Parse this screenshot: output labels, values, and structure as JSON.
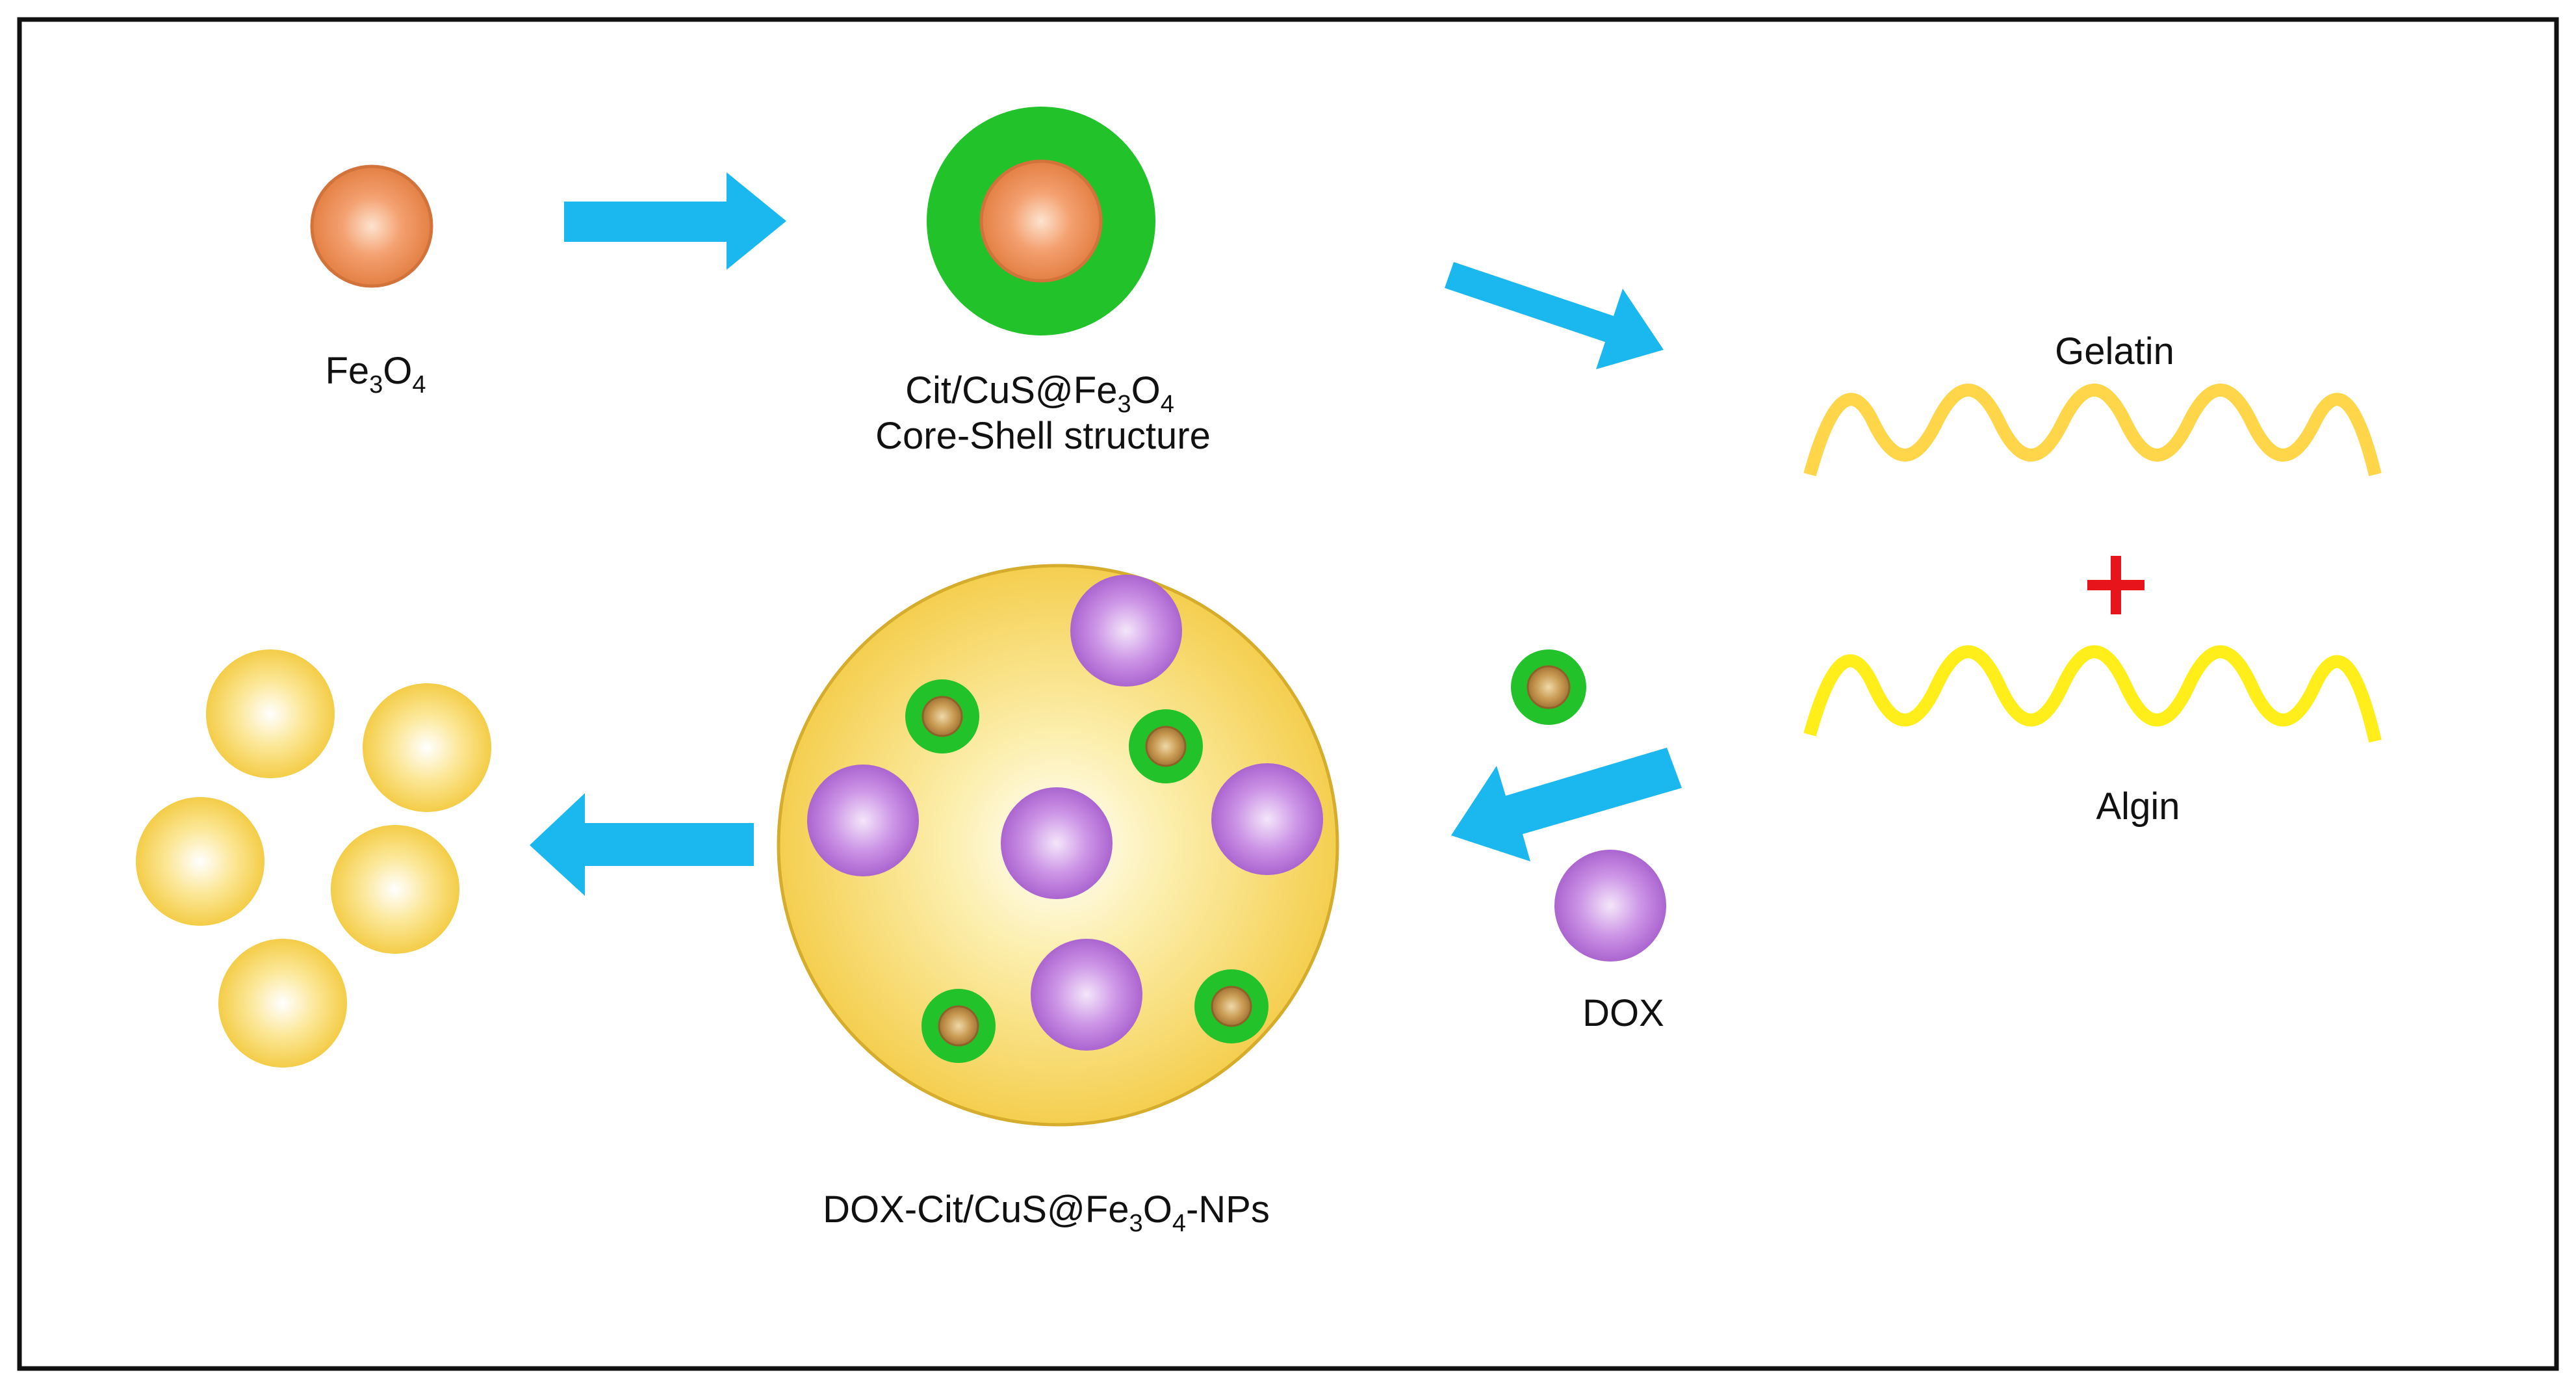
{
  "labels": {
    "fe3o4": {
      "main": "Fe",
      "sub1": "3",
      "mid": "O",
      "sub2": "4"
    },
    "cit_cus": {
      "main": "Cit/CuS@Fe",
      "sub1": "3",
      "mid": "O",
      "sub2": "4"
    },
    "core_shell": "Core-Shell structure",
    "gelatin": "Gelatin",
    "plus": "+",
    "algin": "Algin",
    "dox": "DOX",
    "nps": {
      "main": "DOX-Cit/CuS@Fe",
      "sub1": "3",
      "mid": "O",
      "sub2": "4",
      "tail": "-NPs"
    }
  },
  "colors": {
    "arrow": "#1BB8F0",
    "iron_core": "#E8824A",
    "cus_shell": "#22C22A",
    "gelatin": "#FFD54A",
    "algin": "#FFEE1A",
    "dox": "#B46AD8",
    "nanoparticle": "#F5CC3A",
    "plus": "#E8141C",
    "frame": "#111111"
  },
  "icons": [
    "right-arrow-icon",
    "down-right-arrow-icon",
    "left-arrow-icon",
    "wave-icon",
    "plus-icon"
  ]
}
